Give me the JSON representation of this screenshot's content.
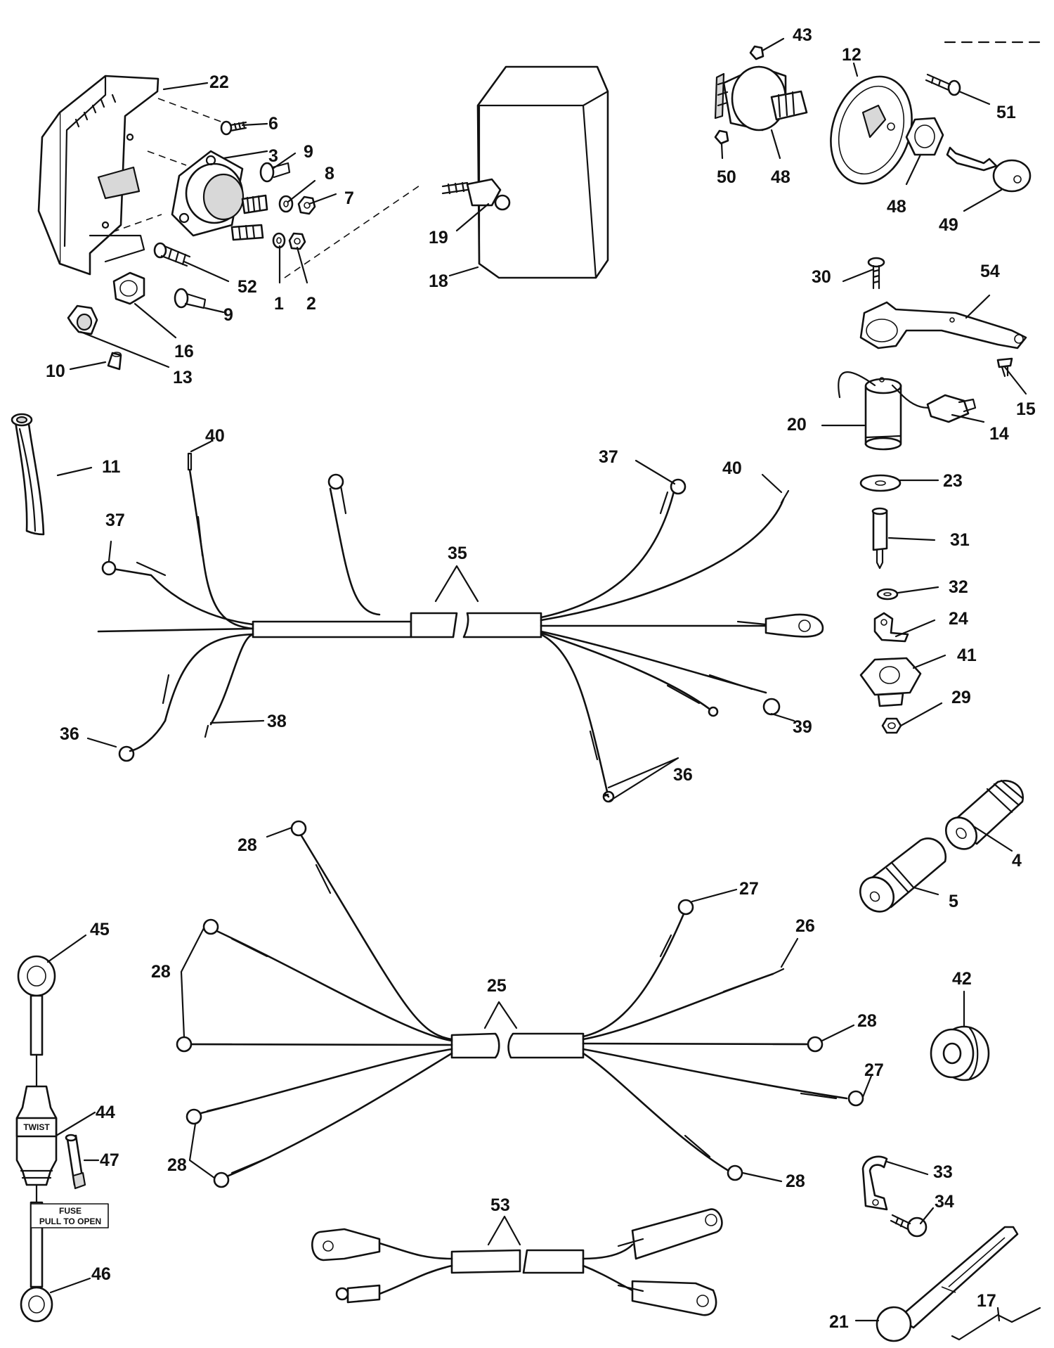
{
  "callouts": [
    {
      "id": "c22",
      "label": "22"
    },
    {
      "id": "c6",
      "label": "6"
    },
    {
      "id": "c3",
      "label": "3"
    },
    {
      "id": "c9a",
      "label": "9"
    },
    {
      "id": "c8",
      "label": "8"
    },
    {
      "id": "c7",
      "label": "7"
    },
    {
      "id": "c1",
      "label": "1"
    },
    {
      "id": "c2",
      "label": "2"
    },
    {
      "id": "c52",
      "label": "52"
    },
    {
      "id": "c9b",
      "label": "9"
    },
    {
      "id": "c16",
      "label": "16"
    },
    {
      "id": "c13",
      "label": "13"
    },
    {
      "id": "c10",
      "label": "10"
    },
    {
      "id": "c19",
      "label": "19"
    },
    {
      "id": "c18",
      "label": "18"
    },
    {
      "id": "c43",
      "label": "43"
    },
    {
      "id": "c12",
      "label": "12"
    },
    {
      "id": "c51",
      "label": "51"
    },
    {
      "id": "c50",
      "label": "50"
    },
    {
      "id": "c48a",
      "label": "48"
    },
    {
      "id": "c48b",
      "label": "48"
    },
    {
      "id": "c49",
      "label": "49"
    },
    {
      "id": "c30",
      "label": "30"
    },
    {
      "id": "c54",
      "label": "54"
    },
    {
      "id": "c15",
      "label": "15"
    },
    {
      "id": "c20",
      "label": "20"
    },
    {
      "id": "c14",
      "label": "14"
    },
    {
      "id": "c23",
      "label": "23"
    },
    {
      "id": "c31",
      "label": "31"
    },
    {
      "id": "c32",
      "label": "32"
    },
    {
      "id": "c24",
      "label": "24"
    },
    {
      "id": "c41",
      "label": "41"
    },
    {
      "id": "c29",
      "label": "29"
    },
    {
      "id": "c11",
      "label": "11"
    },
    {
      "id": "c40a",
      "label": "40"
    },
    {
      "id": "c37a",
      "label": "37"
    },
    {
      "id": "c35",
      "label": "35"
    },
    {
      "id": "c37b",
      "label": "37"
    },
    {
      "id": "c40b",
      "label": "40"
    },
    {
      "id": "c36a",
      "label": "36"
    },
    {
      "id": "c38",
      "label": "38"
    },
    {
      "id": "c39",
      "label": "39"
    },
    {
      "id": "c36b",
      "label": "36"
    },
    {
      "id": "c4",
      "label": "4"
    },
    {
      "id": "c5",
      "label": "5"
    },
    {
      "id": "c28a",
      "label": "28"
    },
    {
      "id": "c27a",
      "label": "27"
    },
    {
      "id": "c45",
      "label": "45"
    },
    {
      "id": "c28b",
      "label": "28"
    },
    {
      "id": "c26",
      "label": "26"
    },
    {
      "id": "c25",
      "label": "25"
    },
    {
      "id": "c42",
      "label": "42"
    },
    {
      "id": "c28c",
      "label": "28"
    },
    {
      "id": "c27b",
      "label": "27"
    },
    {
      "id": "c44",
      "label": "44"
    },
    {
      "id": "c47",
      "label": "47"
    },
    {
      "id": "c28d",
      "label": "28"
    },
    {
      "id": "c28e",
      "label": "28"
    },
    {
      "id": "c33",
      "label": "33"
    },
    {
      "id": "c34",
      "label": "34"
    },
    {
      "id": "c53",
      "label": "53"
    },
    {
      "id": "c46",
      "label": "46"
    },
    {
      "id": "c21",
      "label": "21"
    },
    {
      "id": "c17",
      "label": "17"
    }
  ],
  "fuse_holder": {
    "twist_label": "TWIST",
    "fuse_line1": "FUSE",
    "fuse_line2": "PULL TO OPEN"
  }
}
